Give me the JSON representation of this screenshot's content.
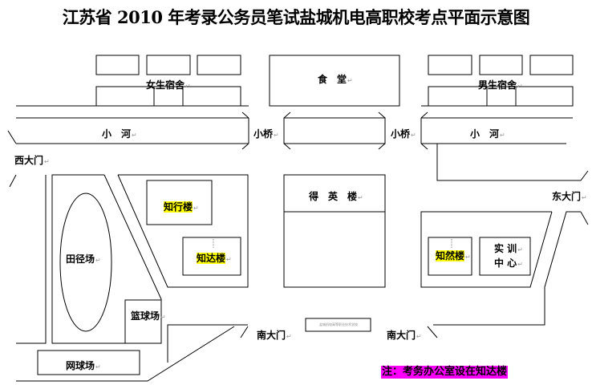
{
  "title": "江苏省 2010 年考录公务员笔试盐城机电高职校考点平面示意图",
  "labels": {
    "female_dorm": "女生宿舍",
    "canteen": "食　堂",
    "male_dorm": "男生宿舍",
    "river_left": "小　河",
    "river_right": "小　河",
    "bridge_left": "小桥",
    "bridge_right": "小桥",
    "west_gate": "西大门",
    "east_gate": "东大门",
    "south_gate_left": "南大门",
    "south_gate_right": "南大门",
    "zhixing": "知行楼",
    "zhida": "知达楼",
    "zhiran": "知然楼",
    "training_line1": "实 训",
    "training_line2": "中 心",
    "deying": "得　英　楼",
    "track_field": "田径场",
    "basketball": "篮球场",
    "tennis": "网球场",
    "school_sign": "盐城机电高等职业技术学校"
  },
  "note": "注：考务办公室设在知达楼",
  "colors": {
    "highlight": "#ffff00",
    "note_bg": "#ff00ff"
  }
}
